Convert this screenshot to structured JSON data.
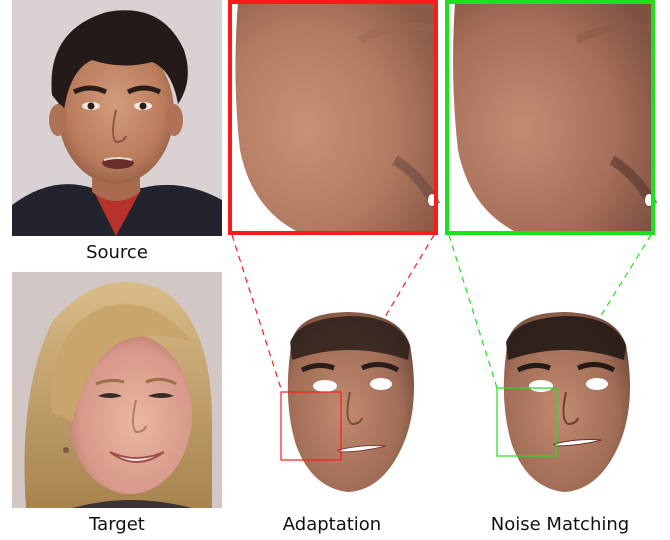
{
  "figure": {
    "captions": {
      "source": "Source",
      "target": "Target",
      "adaptation": "Adaptation",
      "noise_matching": "Noise Matching"
    },
    "colors": {
      "adaptation_zoom_box": "#ff1a1a",
      "noise_matching_zoom_box": "#1fe01f",
      "skin_tone": "#c08870",
      "background_wall": "#d6cfce"
    },
    "panels": [
      {
        "id": "source-photo",
        "kind": "photograph"
      },
      {
        "id": "target-photo",
        "kind": "photograph"
      },
      {
        "id": "adaptation-zoom",
        "kind": "zoomed-crop"
      },
      {
        "id": "noise-matching-zoom",
        "kind": "zoomed-crop"
      },
      {
        "id": "adaptation-face-mesh",
        "kind": "3d-face-render"
      },
      {
        "id": "noise-matching-face-mesh",
        "kind": "3d-face-render"
      }
    ]
  }
}
